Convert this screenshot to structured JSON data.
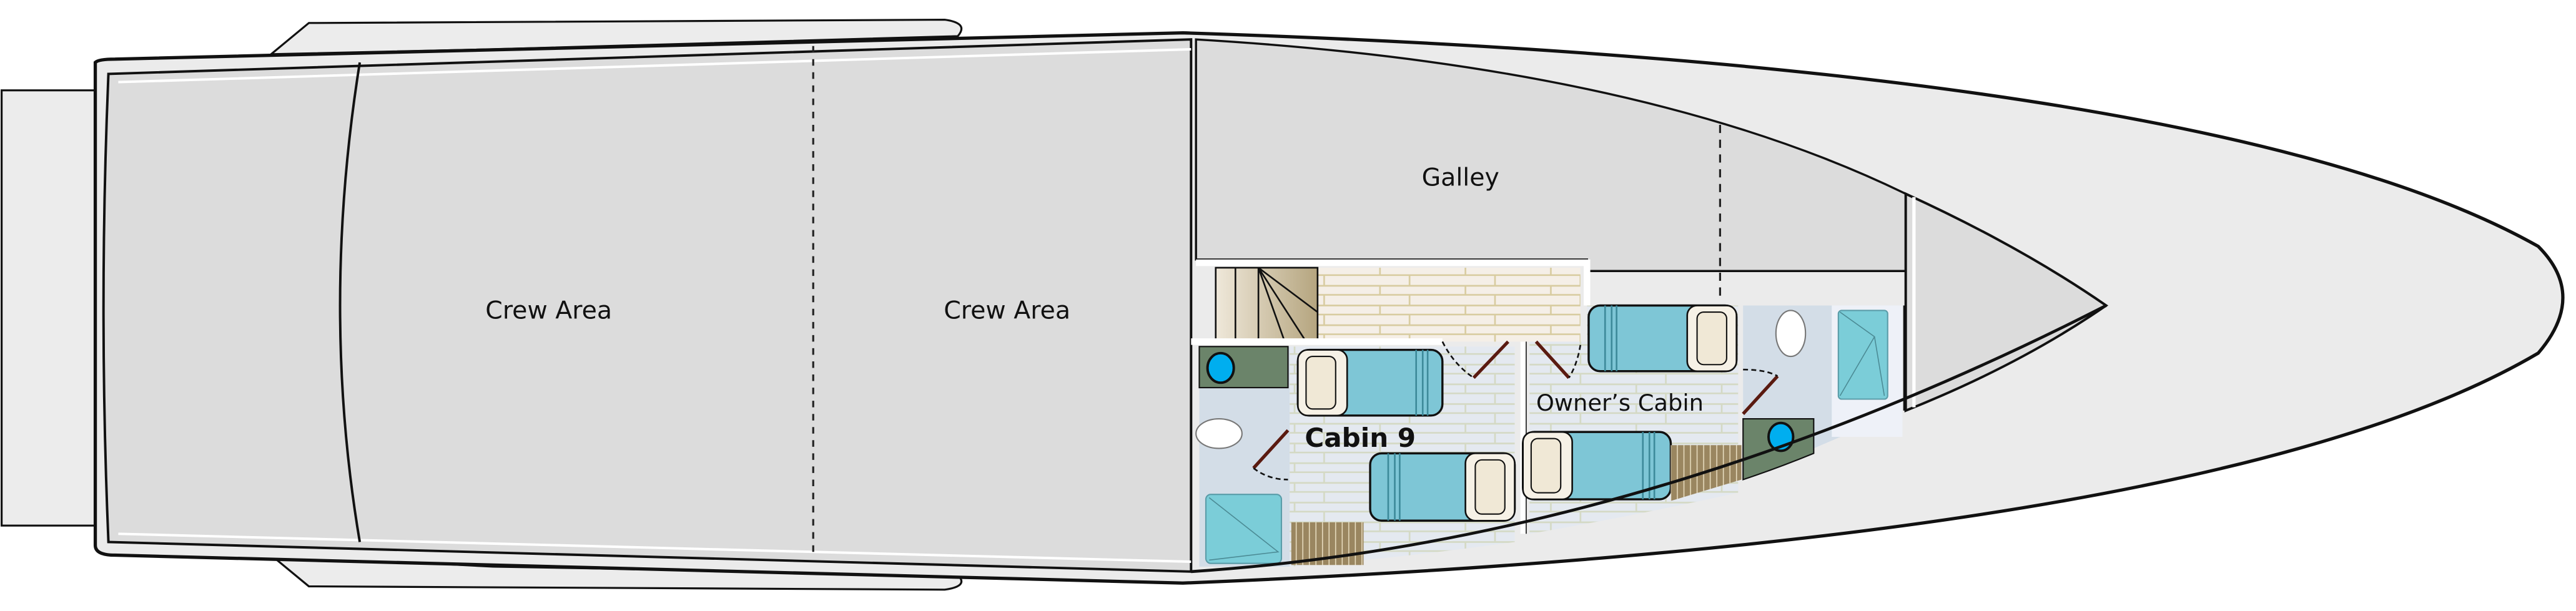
{
  "deck_plan": {
    "labels": {
      "crew_area_aft": "Crew Area",
      "crew_area_mid": "Crew Area",
      "galley": "Galley",
      "cabin_9": "Cabin 9",
      "owners_cabin": "Owner’s Cabin"
    },
    "colors": {
      "hull": "#ebebeb",
      "deck": "#dcdcdc",
      "floor_cabin": "#e4e9f0",
      "floor_stair": "#f4efe6",
      "bathroom": "#d3dde7",
      "shower": "#7bcdd8",
      "bed_cover": "#7ec6d6",
      "pillow": "#f0e8d6",
      "sink_counter": "#6b846a",
      "sink_basin": "#00aeef",
      "wardrobe": "#9a8660",
      "door": "#5a1a10"
    }
  }
}
